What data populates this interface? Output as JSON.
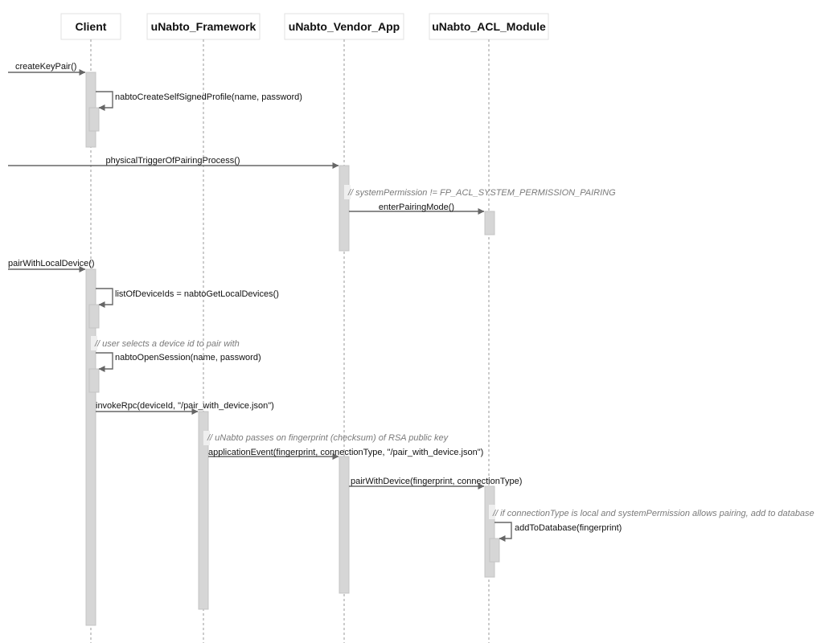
{
  "participants": [
    {
      "id": "client",
      "label": "Client"
    },
    {
      "id": "framework",
      "label": "uNabto_Framework"
    },
    {
      "id": "vendor",
      "label": "uNabto_Vendor_App"
    },
    {
      "id": "acl",
      "label": "uNabto_ACL_Module"
    }
  ],
  "messages": [
    {
      "label": "createKeyPair()",
      "from": "external",
      "to": "client"
    },
    {
      "label": "nabtoCreateSelfSignedProfile(name, password)",
      "from": "client",
      "to": "client"
    },
    {
      "label": "physicalTriggerOfPairingProcess()",
      "from": "external",
      "to": "vendor"
    },
    {
      "label": "enterPairingMode()",
      "from": "vendor",
      "to": "acl"
    },
    {
      "label": "pairWithLocalDevice()",
      "from": "external",
      "to": "client"
    },
    {
      "label": "listOfDeviceIds = nabtoGetLocalDevices()",
      "from": "client",
      "to": "client"
    },
    {
      "label": "nabtoOpenSession(name, password)",
      "from": "client",
      "to": "client"
    },
    {
      "label": "invokeRpc(deviceId, \"/pair_with_device.json\")",
      "from": "client",
      "to": "framework"
    },
    {
      "label": "applicationEvent(fingerprint, connectionType, \"/pair_with_device.json\")",
      "from": "framework",
      "to": "vendor"
    },
    {
      "label": "pairWithDevice(fingerprint, connectionType)",
      "from": "vendor",
      "to": "acl"
    },
    {
      "label": "addToDatabase(fingerprint)",
      "from": "acl",
      "to": "acl"
    }
  ],
  "notes": [
    {
      "text": "// systemPermission != FP_ACL_SYSTEM_PERMISSION_PAIRING",
      "owner": "vendor"
    },
    {
      "text": "// user selects a device id to pair with",
      "owner": "client"
    },
    {
      "text": "// uNabto passes on fingerprint (checksum) of RSA public key",
      "owner": "framework"
    },
    {
      "text": "// if connectionType is local and systemPermission allows pairing, add to database",
      "owner": "acl"
    }
  ],
  "colors": {
    "lifeline": "#9a9a9a",
    "activation_fill": "#d6d6d6",
    "activation_stroke": "#c4c4c4",
    "arrow": "#666666",
    "text": "#111111",
    "note_text": "#7a7a7a",
    "header_border": "#e2e2e2"
  }
}
